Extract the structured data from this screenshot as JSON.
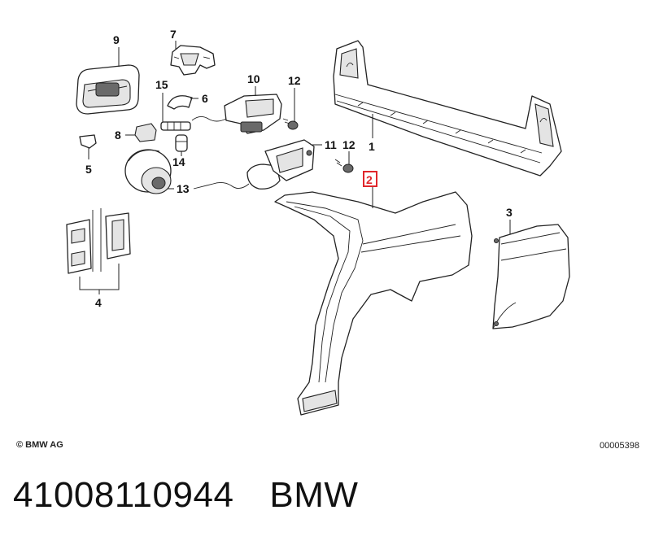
{
  "callouts": {
    "c1": "1",
    "c2": "2",
    "c3": "3",
    "c4": "4",
    "c5": "5",
    "c6": "6",
    "c7": "7",
    "c8": "8",
    "c9": "9",
    "c10": "10",
    "c11": "11",
    "c12a": "12",
    "c12b": "12",
    "c13": "13",
    "c14": "14",
    "c15": "15"
  },
  "highlight": {
    "callout": "2",
    "color": "#e0262b"
  },
  "copyright": "© BMW AG",
  "drawing_number": "00005398",
  "part_number": "41008110944",
  "brand": "BMW"
}
